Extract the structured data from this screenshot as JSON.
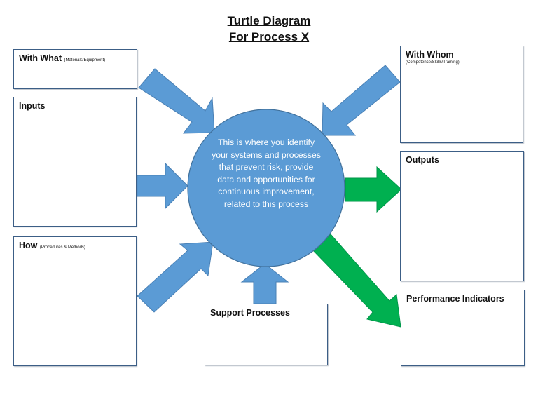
{
  "title": {
    "line1": "Turtle Diagram",
    "line2": "For Process X"
  },
  "center": {
    "text": "This is where you identify your systems and processes that prevent risk, provide data and opportunities for continuous improvement, related to this process"
  },
  "boxes": {
    "with_what": {
      "label": "With What",
      "sub": "(Materials/Equipment)"
    },
    "inputs": {
      "label": "Inputs"
    },
    "how": {
      "label": "How",
      "sub": "(Procedures & Methods)"
    },
    "with_whom": {
      "label": "With Whom",
      "sub": "(Competence/Skills/Training)"
    },
    "outputs": {
      "label": "Outputs"
    },
    "performance": {
      "label": "Performance Indicators"
    },
    "support": {
      "label": "Support Processes"
    }
  },
  "colors": {
    "circle": "#5b9bd5",
    "blue_arrow": "#5b9bd5",
    "green_arrow": "#00b050",
    "box_border": "#3c5e86"
  }
}
